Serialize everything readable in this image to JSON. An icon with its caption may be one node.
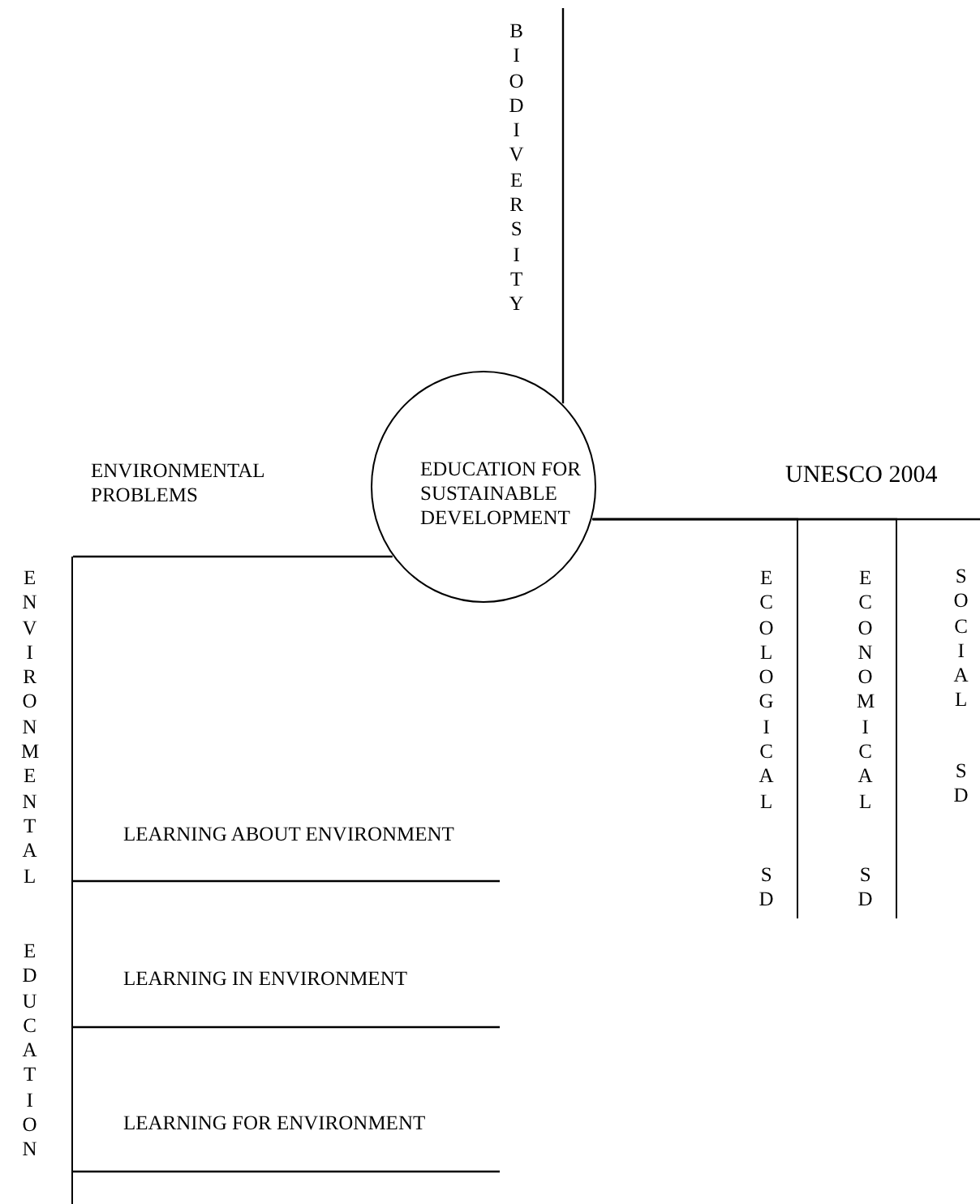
{
  "diagram": {
    "nodes": [
      {
        "text": [
          "EDUCATION FOR SUSTAINABLE DEVELOPMENT"
        ]
      },
      {
        "text": [
          "ENVIRONMENTAL",
          "EDUCATION"
        ]
      },
      {
        "text": [
          "LEARNING ABOUT ENVIRONMENT"
        ]
      },
      {
        "text": [
          "LEARNING IN ENVIRONMENT"
        ]
      },
      {
        "text": [
          "LEARNING FOR ENVIRONMENT"
        ]
      },
      {
        "text": [
          "ECOLOGICAL",
          "SD"
        ]
      },
      {
        "text": [
          "ECONOMICAL",
          "SD"
        ]
      },
      {
        "text": [
          "SOCIAL",
          "SD"
        ]
      }
    ],
    "edges": [
      {
        "from": null,
        "to": 0,
        "arrow": "none",
        "label": "BIODIVERSITY"
      },
      {
        "from": 0,
        "to": 1,
        "arrow": "none"
      },
      {
        "from": 1,
        "to": 2,
        "arrow": "none"
      },
      {
        "from": 1,
        "to": 3,
        "arrow": "none"
      },
      {
        "from": 1,
        "to": 4,
        "arrow": "none"
      },
      {
        "from": 0,
        "to": 5,
        "arrow": "none"
      },
      {
        "from": 0,
        "to": 6,
        "arrow": "none"
      },
      {
        "from": 0,
        "to": 7,
        "arrow": "none"
      }
    ],
    "labels": [
      "ENVIRONMENTAL PROBLEMS",
      "UNESCO 2004"
    ]
  }
}
